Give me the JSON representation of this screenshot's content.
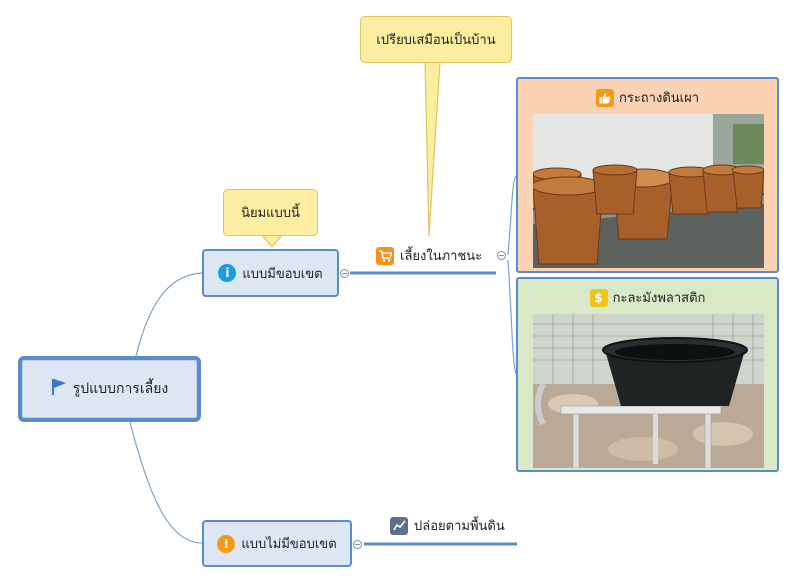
{
  "root": {
    "label": "รูปแบบการเลี้ยง",
    "icon": "flag-icon"
  },
  "topics": {
    "bounded": {
      "label": "แบบมีขอบเขต",
      "icon": "info-icon"
    },
    "unbounded": {
      "label": "แบบไม่มีขอบเขต",
      "icon": "warning-icon"
    }
  },
  "callouts": {
    "house": "เปรียบเสมือนเป็นบ้าน",
    "popular": "นิยมแบบนี้"
  },
  "subtopics": {
    "container": {
      "label": "เลี้ยงในภาชนะ",
      "icon": "cart-icon"
    },
    "ground": {
      "label": "ปล่อยตามพื้นดิน",
      "icon": "chart-icon"
    }
  },
  "cards": {
    "clay": {
      "label": "กระถางดินเผา",
      "icon": "thumbs-up-icon"
    },
    "plastic": {
      "label": "กะละมังพลาสติก",
      "icon": "dollar-icon"
    }
  },
  "colors": {
    "node_fill": "#dde6f3",
    "node_border": "#5b8bc9",
    "callout_fill": "#fbeea0",
    "card1_fill": "#f9d3b4",
    "card2_fill": "#d9e8c6"
  }
}
